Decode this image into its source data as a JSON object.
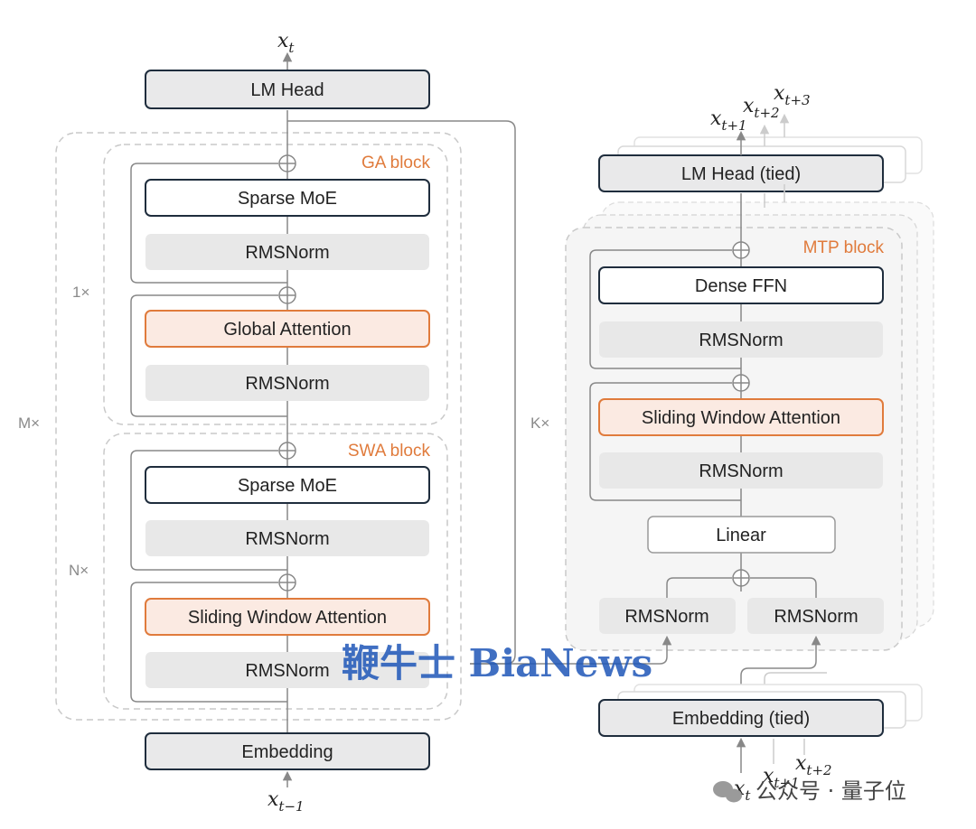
{
  "left": {
    "output": "x",
    "output_sub": "t",
    "input": "x",
    "input_sub": "t−1",
    "lm_head": "LM Head",
    "embedding": "Embedding",
    "ga_block": "GA block",
    "swa_block": "SWA block",
    "ga_moe": "Sparse MoE",
    "ga_norm1": "RMSNorm",
    "ga_attn": "Global Attention",
    "ga_norm2": "RMSNorm",
    "swa_moe": "Sparse MoE",
    "swa_norm1": "RMSNorm",
    "swa_attn": "Sliding Window Attention",
    "swa_norm2": "RMSNorm",
    "rep_1": "1×",
    "rep_n": "N×",
    "rep_m": "M×"
  },
  "right": {
    "rep_k": "K×",
    "lm_head": "LM Head (tied)",
    "mtp_block": "MTP block",
    "ffn": "Dense FFN",
    "norm1": "RMSNorm",
    "attn": "Sliding Window Attention",
    "norm2": "RMSNorm",
    "linear": "Linear",
    "norm_l": "RMSNorm",
    "norm_r": "RMSNorm",
    "embedding": "Embedding (tied)",
    "out1": "x",
    "out1_sub": "t+1",
    "out2": "x",
    "out2_sub": "t+2",
    "out3": "x",
    "out3_sub": "t+3",
    "in1": "x",
    "in1_sub": "t",
    "in2": "x",
    "in2_sub": "t+1",
    "in3": "x",
    "in3_sub": "t+2"
  },
  "watermark": {
    "main": "鞭牛士 BiaNews",
    "corner": "公众号 · 量子位"
  },
  "colors": {
    "orange": "#e07b3c",
    "attn_fill": "#fbeae2",
    "gray_box": "#e8e8e8",
    "head_fill": "#e9e9ea",
    "dark_border": "#1f2d3d"
  }
}
